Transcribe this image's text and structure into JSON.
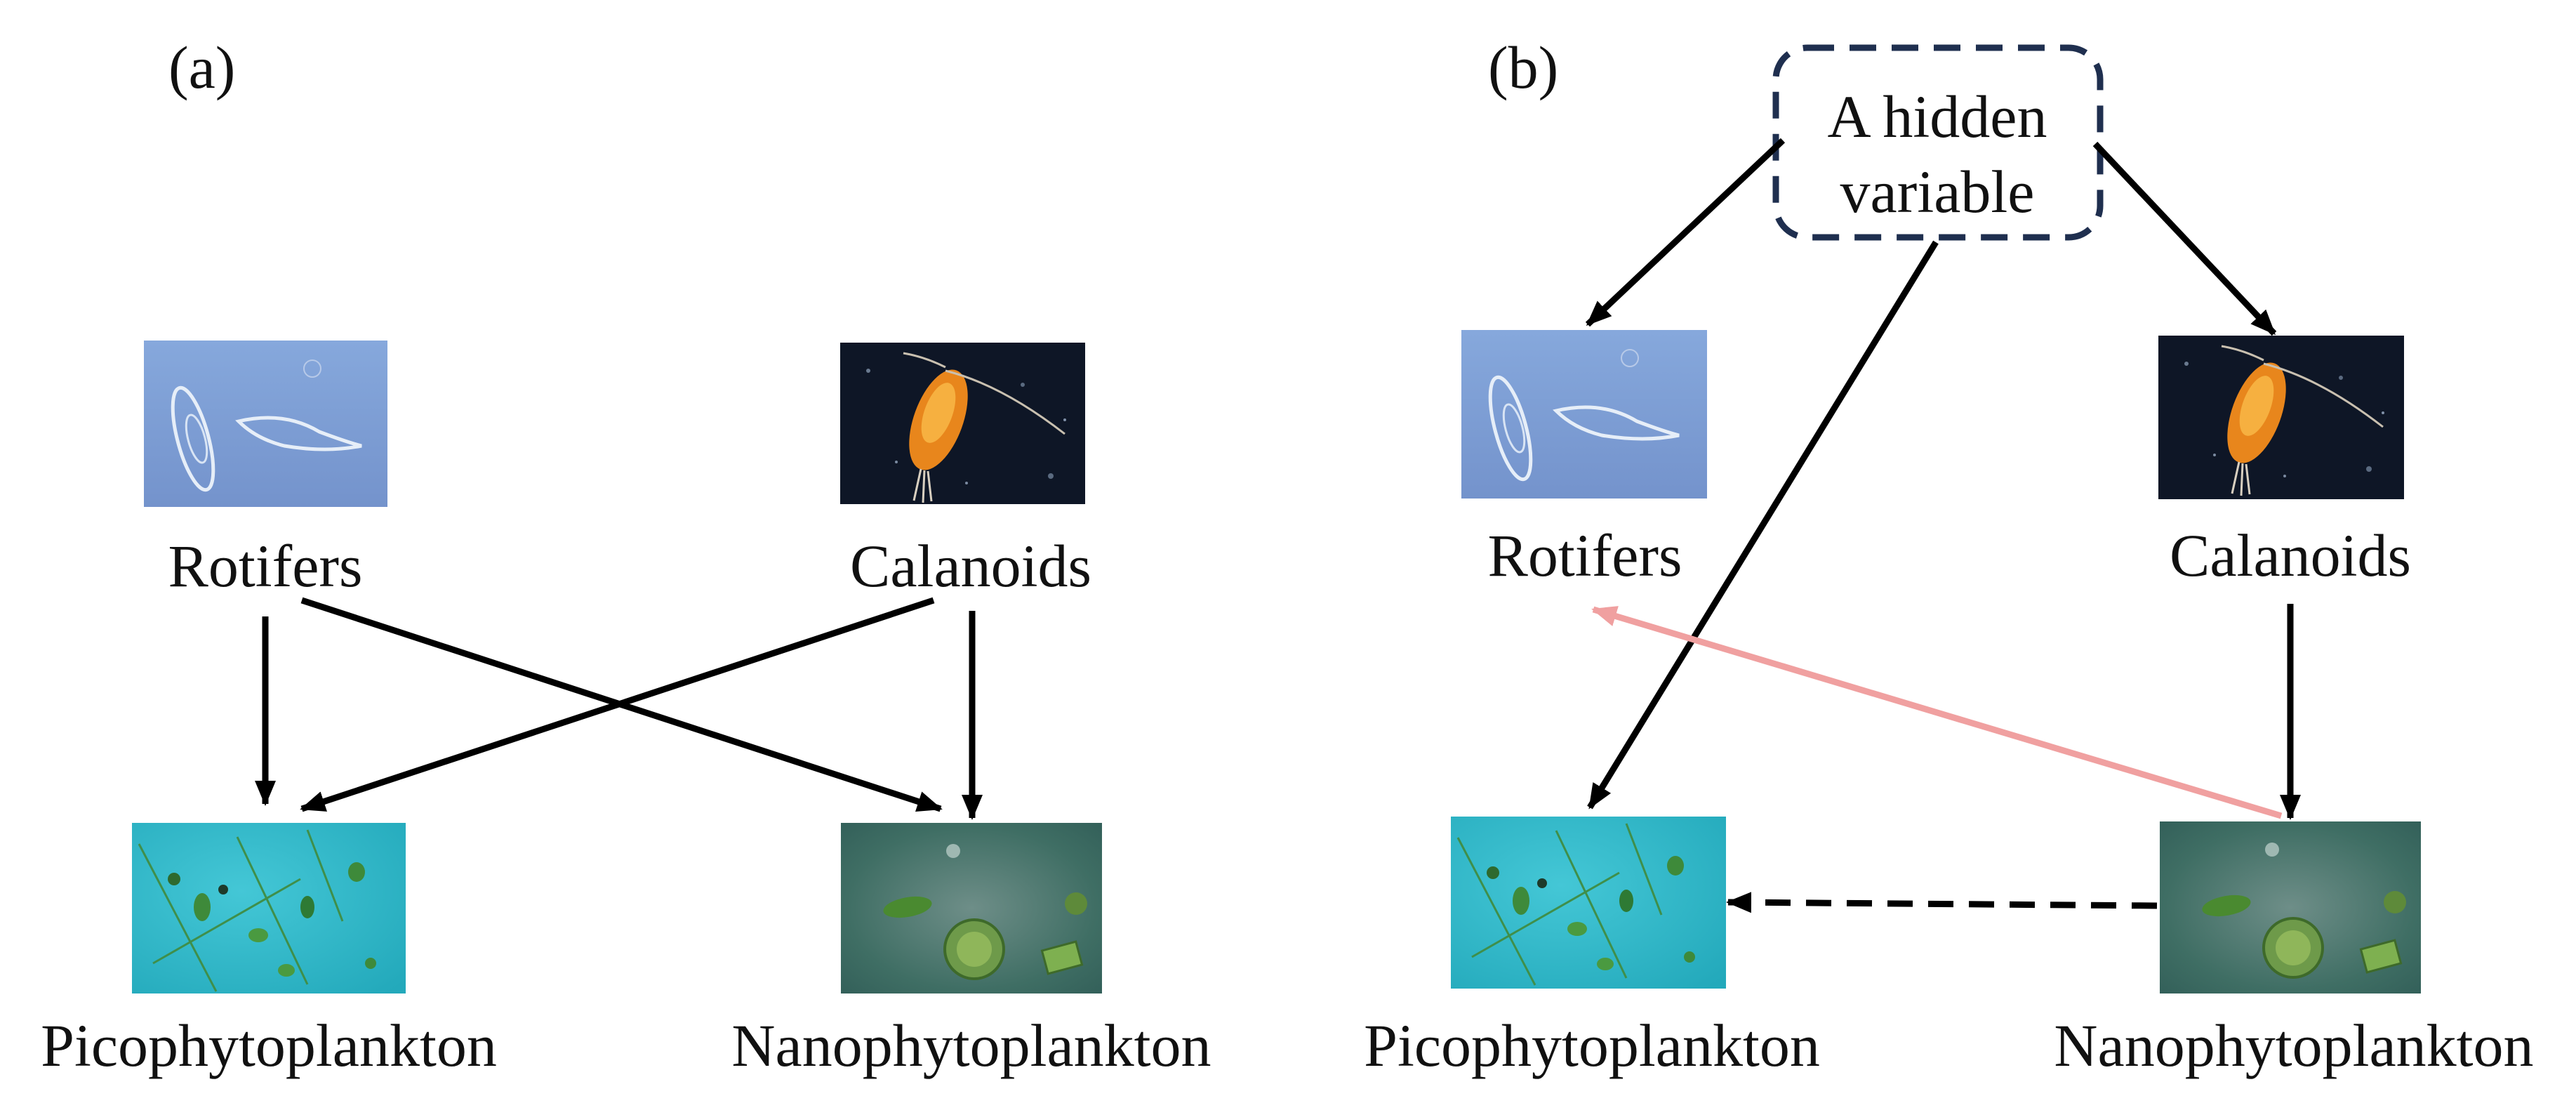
{
  "panels": [
    {
      "label": "(a)",
      "nodes": {
        "rotifers": "Rotifers",
        "calanoids": "Calanoids",
        "pico": "Picophytoplankton",
        "nano": "Nanophytoplankton"
      }
    },
    {
      "label": "(b)",
      "hidden_variable": [
        "A hidden",
        "variable"
      ],
      "nodes": {
        "rotifers": "Rotifers",
        "calanoids": "Calanoids",
        "pico": "Picophytoplankton",
        "nano": "Nanophytoplankton"
      }
    }
  ],
  "images": {
    "rotifers": "rotifer micrograph (two rotifers on pale blue background)",
    "calanoids": "calanoid copepod (orange body on dark background)",
    "pico": "picophytoplankton micrograph (green cells on turquoise background)",
    "nano": "nanophytoplankton micrograph (green cells on murky green background)"
  },
  "colors": {
    "arrow": "#000000",
    "pink_arrow": "#F0A0A0",
    "hidden_box_border": "#1F2F4F",
    "rotifer_bg": "#7C9FD6",
    "calanoid_bg": "#0E1626",
    "pico_bg": "#2FB8C8",
    "nano_bg": "#4F7A78"
  }
}
